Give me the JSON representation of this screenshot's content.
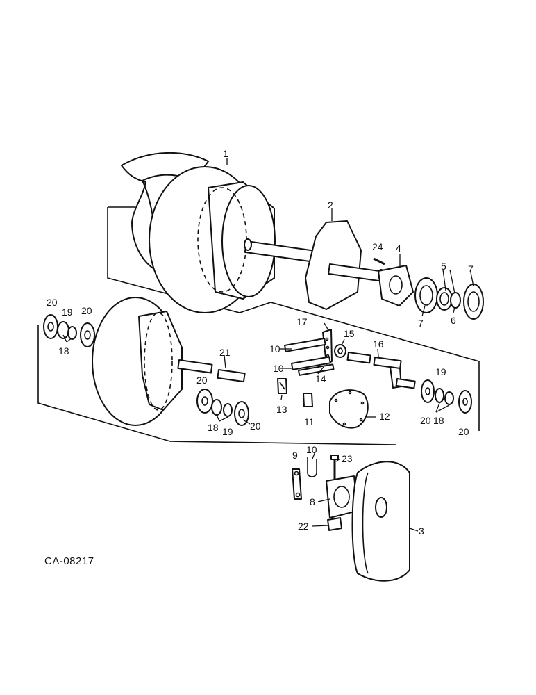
{
  "drawing_code": "CA-08217",
  "callouts": {
    "c1": "1",
    "c2": "2",
    "c3": "3",
    "c4": "4",
    "c5": "5",
    "c6": "6",
    "c7a": "7",
    "c7b": "7",
    "c8": "8",
    "c9": "9",
    "c10a": "10",
    "c10b": "10",
    "c10c": "10",
    "c11": "11",
    "c12": "12",
    "c13": "13",
    "c14": "14",
    "c15": "15",
    "c16": "16",
    "c17": "17",
    "c18a": "18",
    "c18b": "18",
    "c18c": "18",
    "c19a": "19",
    "c19b": "19",
    "c19c": "19",
    "c20a": "20",
    "c20b": "20",
    "c20c": "20",
    "c20d": "20",
    "c20e": "20",
    "c20f": "20",
    "c21": "21",
    "c22": "22",
    "c23": "23",
    "c24": "24"
  }
}
